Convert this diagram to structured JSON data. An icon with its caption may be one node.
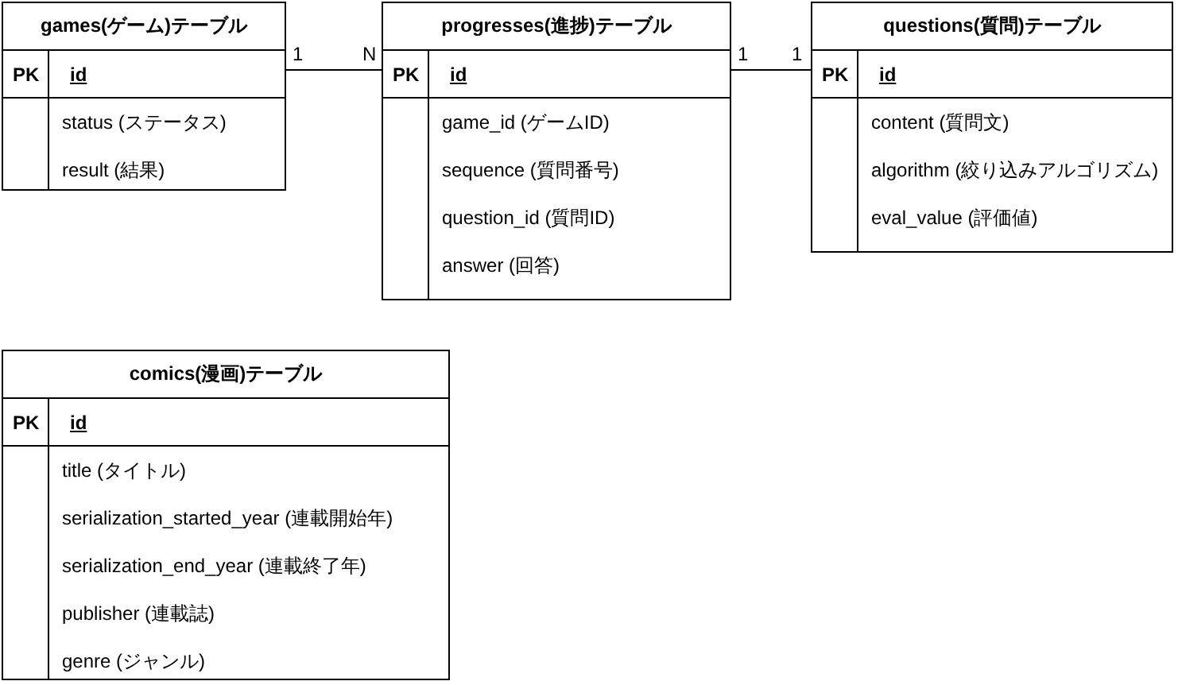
{
  "diagram": {
    "nodes": [
      {
        "text": [
          "games(ゲーム)テーブル",
          "PK",
          "id",
          "status (ステータス)",
          "result (結果)"
        ]
      },
      {
        "text": [
          "progresses(進捗)テーブル",
          "PK",
          "id",
          "game_id (ゲームID)",
          "sequence (質問番号)",
          "question_id (質問ID)",
          "answer (回答)"
        ]
      },
      {
        "text": [
          "questions(質問)テーブル",
          "PK",
          "id",
          "content (質問文)",
          "algorithm (絞り込みアルゴリズム)",
          "eval_value (評価値)"
        ]
      },
      {
        "text": [
          "comics(漫画)テーブル",
          "PK",
          "id",
          "title (タイトル)",
          "serialization_started_year (連載開始年)",
          "serialization_end_year (連載終了年)",
          "publisher (連載誌)",
          "genre (ジャンル)"
        ]
      }
    ],
    "edges": [
      {
        "from": 0,
        "to": 1,
        "arrow": "none"
      },
      {
        "from": 1,
        "to": 2,
        "arrow": "none"
      }
    ],
    "labels": [
      "1",
      "N",
      "1",
      "1"
    ]
  }
}
